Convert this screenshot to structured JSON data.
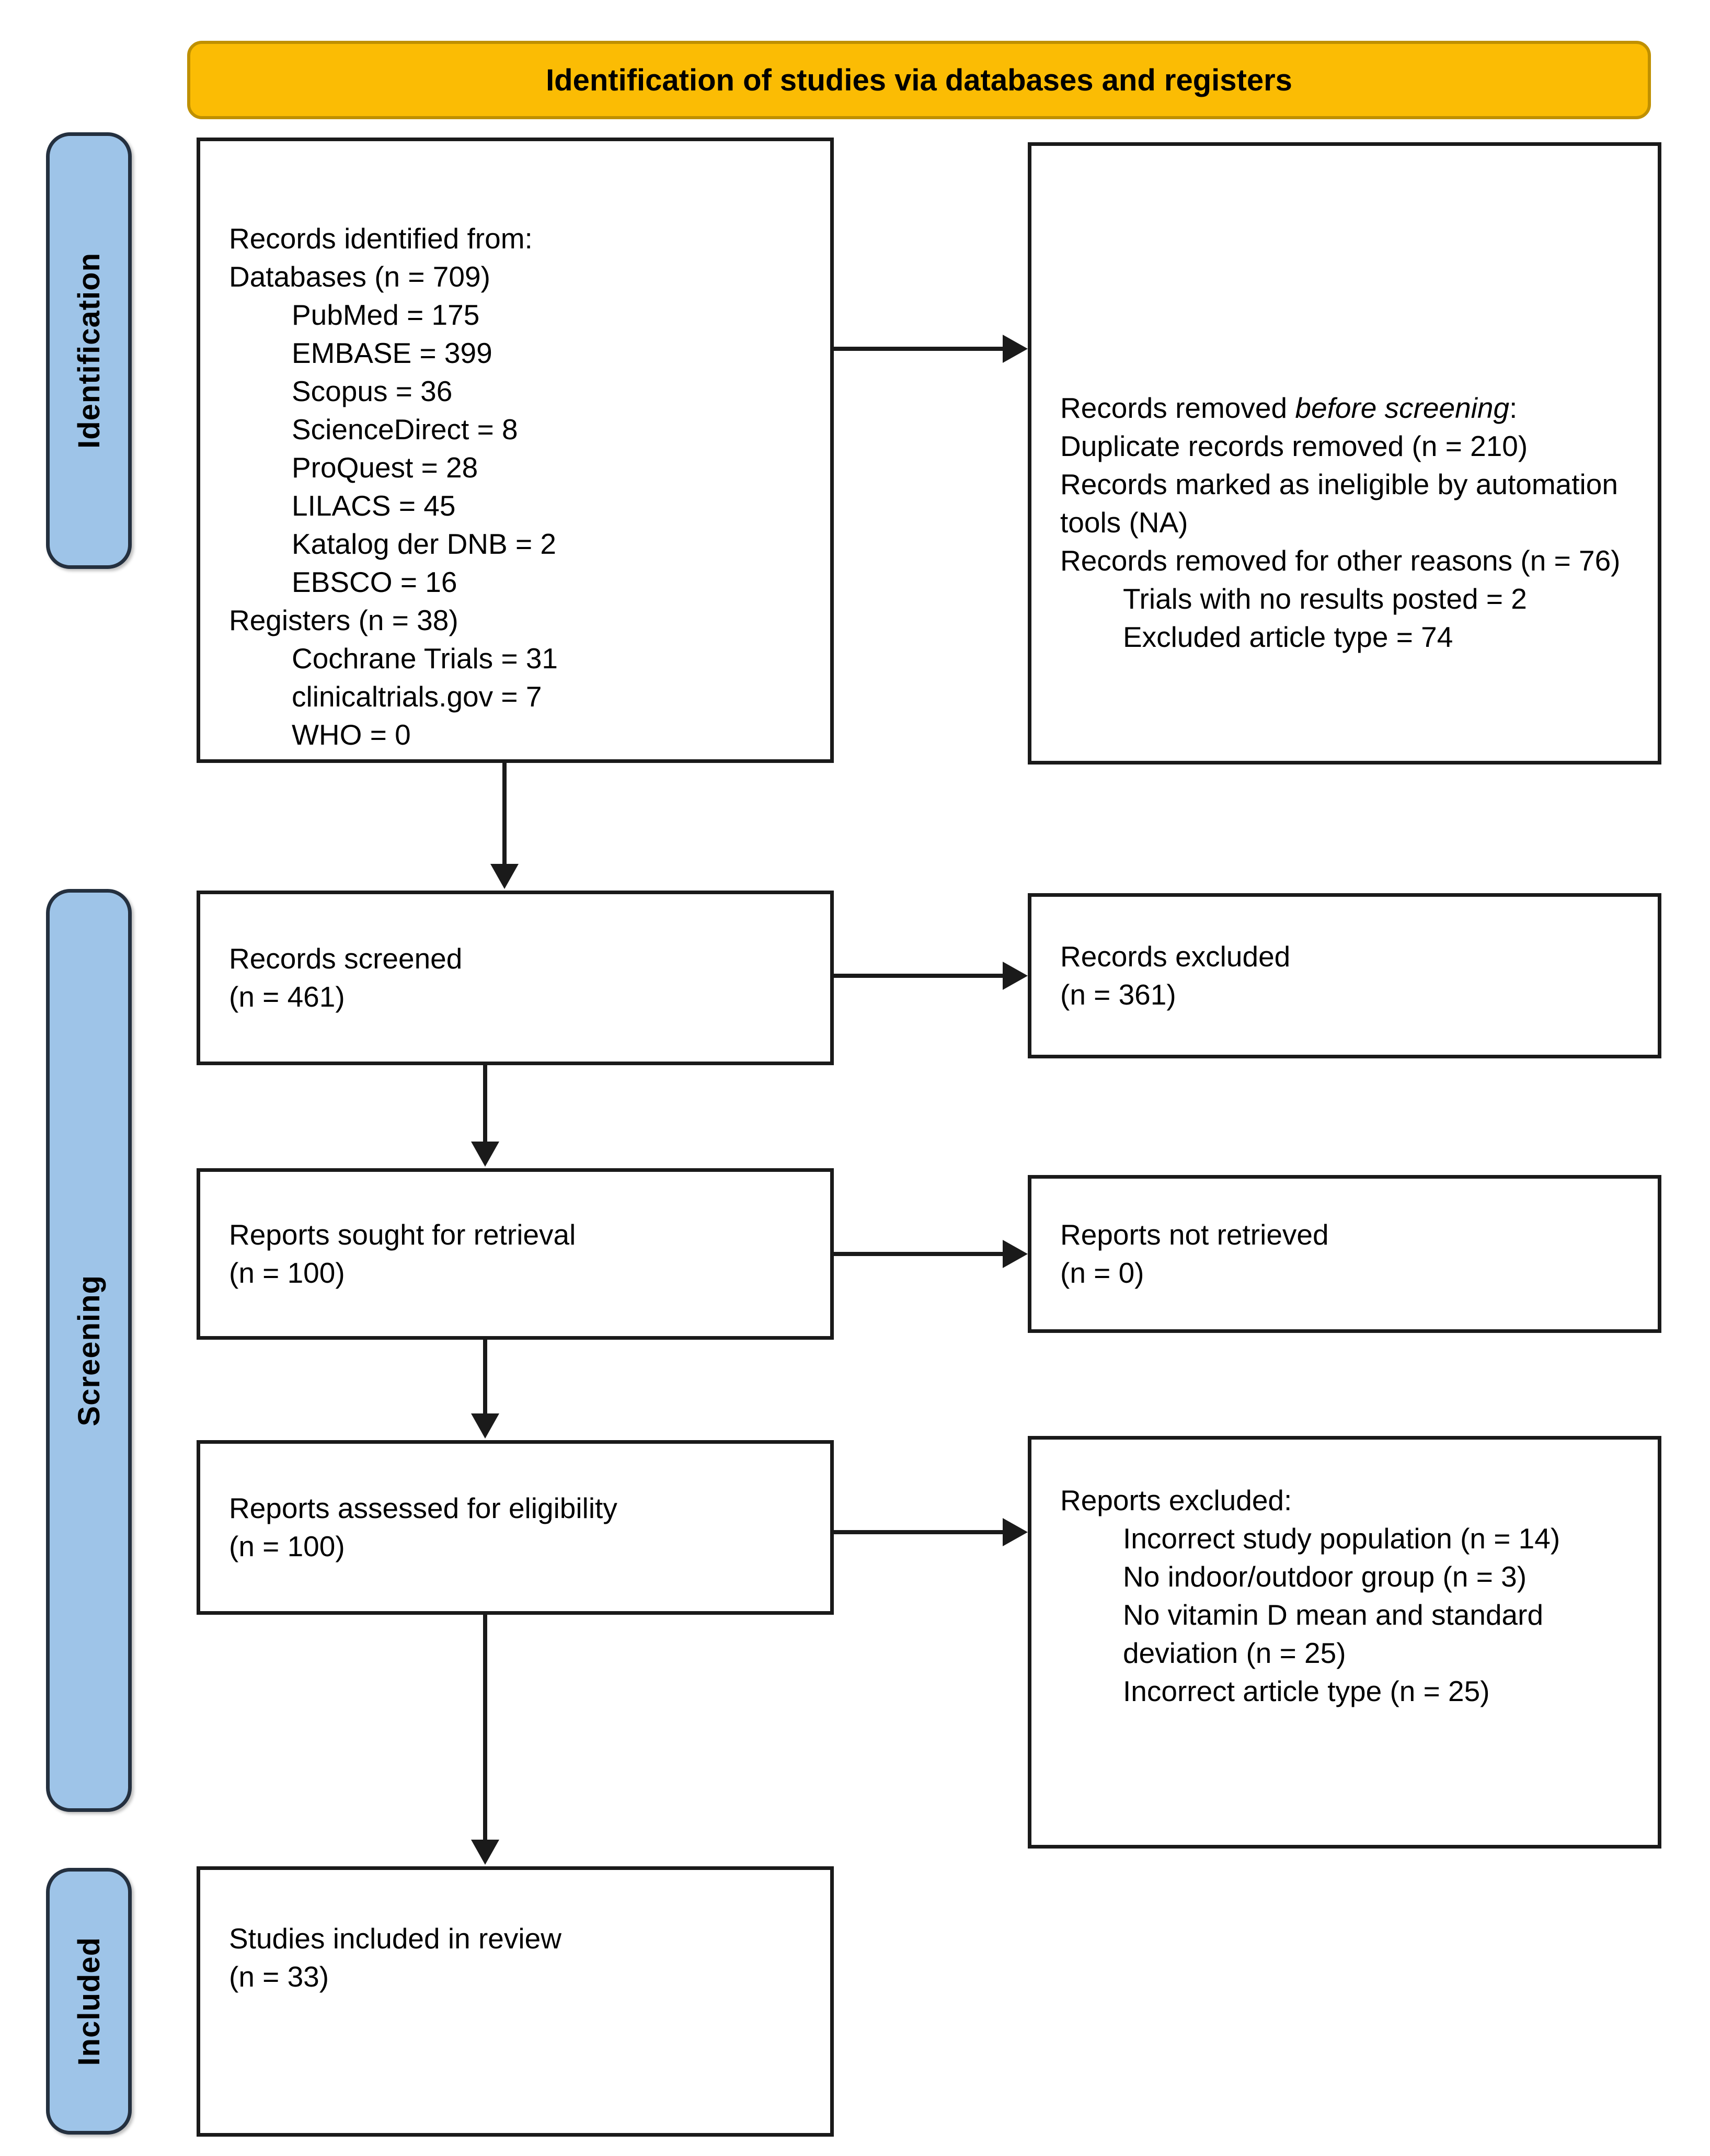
{
  "banner": {
    "title": "Identification of studies via databases and registers",
    "bg_color": "#FBBC04",
    "border_color": "#BF9000"
  },
  "sidebar": {
    "fill_color": "#9EC4E8",
    "identification_label": "Identification",
    "screening_label": "Screening",
    "included_label": "Included"
  },
  "boxes": {
    "records_identified": {
      "lines": [
        "Records identified from:",
        "Databases (n = 709)",
        "    PubMed = 175",
        "    EMBASE = 399",
        "    Scopus = 36",
        "    ScienceDirect = 8",
        "    ProQuest = 28",
        "    LILACS = 45",
        "    Katalog der DNB = 2",
        "    EBSCO = 16",
        "Registers (n = 38)",
        "    Cochrane Trials = 31",
        "    clinicaltrials.gov = 7",
        "    WHO = 0"
      ]
    },
    "records_removed": {
      "intro_normal": "Records removed ",
      "intro_italic": "before screening",
      "intro_suffix": ":",
      "lines": [
        "Duplicate records removed (n = 210)",
        "Records marked as ineligible by automation tools (NA)",
        "Records removed for other reasons (n = 76)",
        "    Trials with no results posted = 2",
        "    Excluded article type = 74"
      ]
    },
    "records_screened": {
      "lines": [
        "Records screened",
        "(n = 461)"
      ]
    },
    "records_excluded": {
      "lines": [
        "Records excluded",
        "(n = 361)"
      ]
    },
    "reports_sought": {
      "lines": [
        "Reports sought for retrieval",
        "(n = 100)"
      ]
    },
    "reports_not_retrieved": {
      "lines": [
        "Reports not retrieved",
        "(n = 0)"
      ]
    },
    "reports_assessed": {
      "lines": [
        "Reports assessed for eligibility",
        "(n = 100)"
      ]
    },
    "reports_excluded": {
      "lines": [
        "Reports excluded:",
        "    Incorrect study population (n = 14)",
        "    No indoor/outdoor group (n = 3)",
        "    No vitamin D mean and standard deviation (n = 25)",
        "    Incorrect article type (n = 25)"
      ]
    },
    "studies_included": {
      "lines": [
        "Studies included in review",
        "(n = 33)"
      ]
    }
  }
}
